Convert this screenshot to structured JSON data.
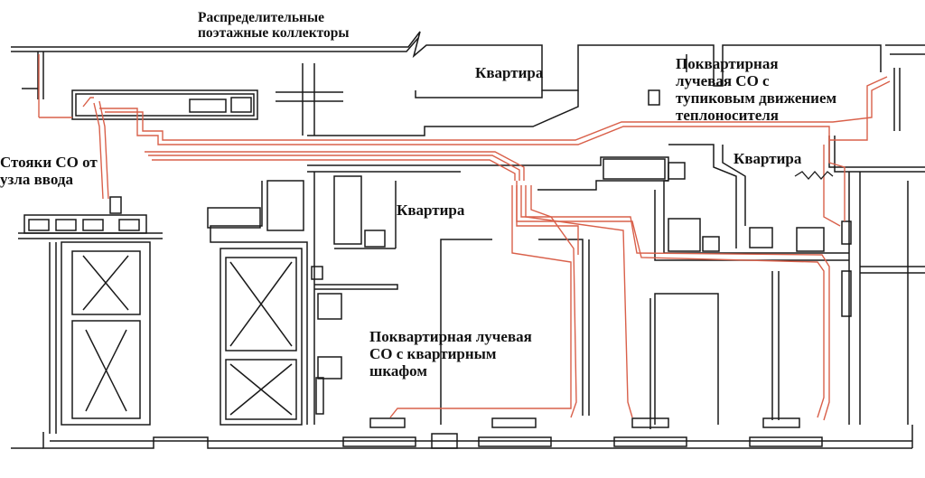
{
  "labels": {
    "collectors": "Распределительные\nпоэтажные коллекторы",
    "apartment_top": "Квартира",
    "radial_dead_end": "Поквартирная\nлучевая СО с\nтупиковым движением\nтеплоносителя",
    "apartment_right": "Квартира",
    "risers": "Стояки СО от\nузла ввода",
    "apartment_center": "Квартира",
    "radial_cabinet": "Поквартирная лучевая\nСО с квартирным\nшкафом"
  },
  "colors": {
    "wall": "#1a1a1a",
    "pipe": "#d9604a",
    "background": "#ffffff"
  }
}
